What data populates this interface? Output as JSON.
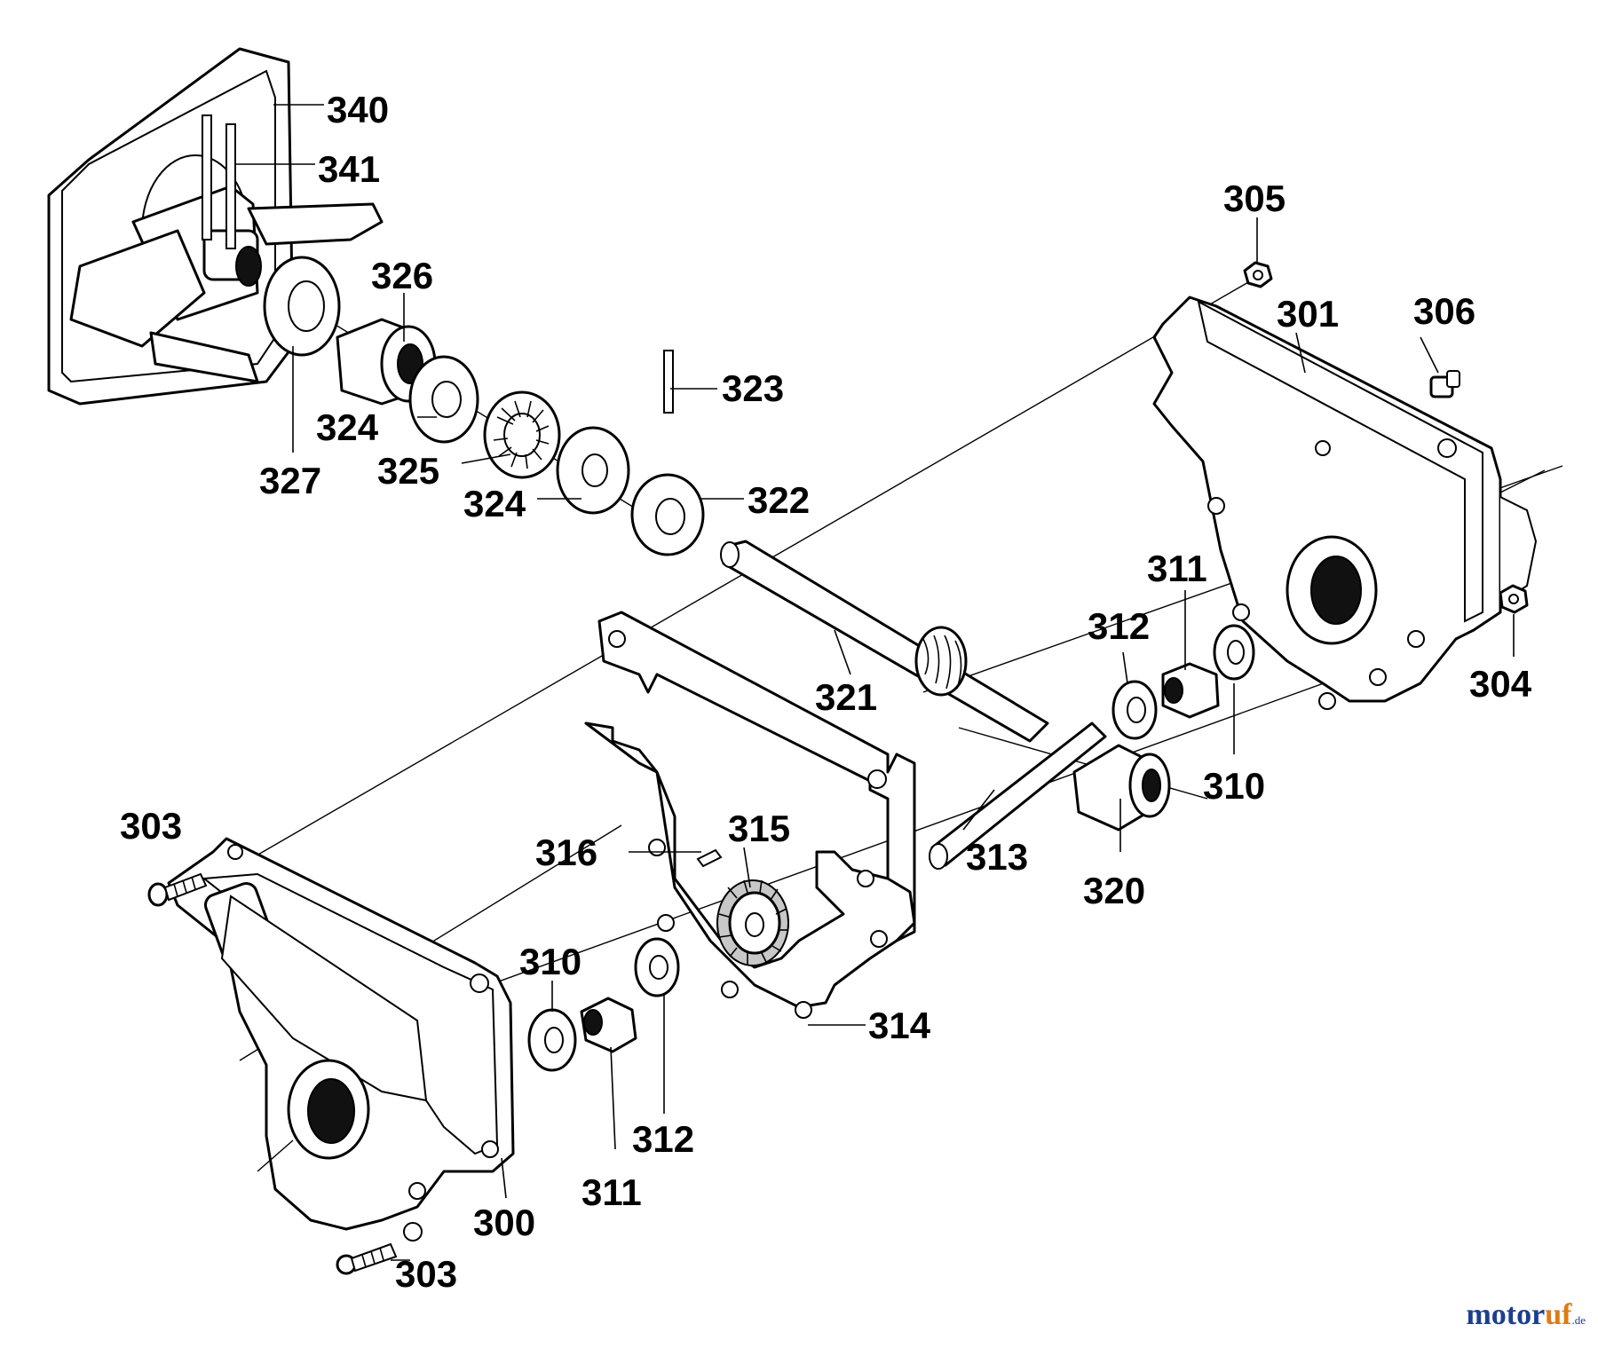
{
  "callouts": [
    {
      "id": "c340",
      "label": "340"
    },
    {
      "id": "c341",
      "label": "341"
    },
    {
      "id": "c326",
      "label": "326"
    },
    {
      "id": "c327",
      "label": "327"
    },
    {
      "id": "c324a",
      "label": "324"
    },
    {
      "id": "c325",
      "label": "325"
    },
    {
      "id": "c324b",
      "label": "324"
    },
    {
      "id": "c323",
      "label": "323"
    },
    {
      "id": "c322",
      "label": "322"
    },
    {
      "id": "c305",
      "label": "305"
    },
    {
      "id": "c301",
      "label": "301"
    },
    {
      "id": "c306",
      "label": "306"
    },
    {
      "id": "c311a",
      "label": "311"
    },
    {
      "id": "c312a",
      "label": "312"
    },
    {
      "id": "c304",
      "label": "304"
    },
    {
      "id": "c321",
      "label": "321"
    },
    {
      "id": "c310a",
      "label": "310"
    },
    {
      "id": "c313",
      "label": "313"
    },
    {
      "id": "c320",
      "label": "320"
    },
    {
      "id": "c303a",
      "label": "303"
    },
    {
      "id": "c316",
      "label": "316"
    },
    {
      "id": "c315",
      "label": "315"
    },
    {
      "id": "c310b",
      "label": "310"
    },
    {
      "id": "c314",
      "label": "314"
    },
    {
      "id": "c312b",
      "label": "312"
    },
    {
      "id": "c300",
      "label": "300"
    },
    {
      "id": "c311b",
      "label": "311"
    },
    {
      "id": "c303b",
      "label": "303"
    }
  ],
  "watermark": {
    "part1": "motor",
    "part2": "uf",
    "part3": ".de"
  }
}
